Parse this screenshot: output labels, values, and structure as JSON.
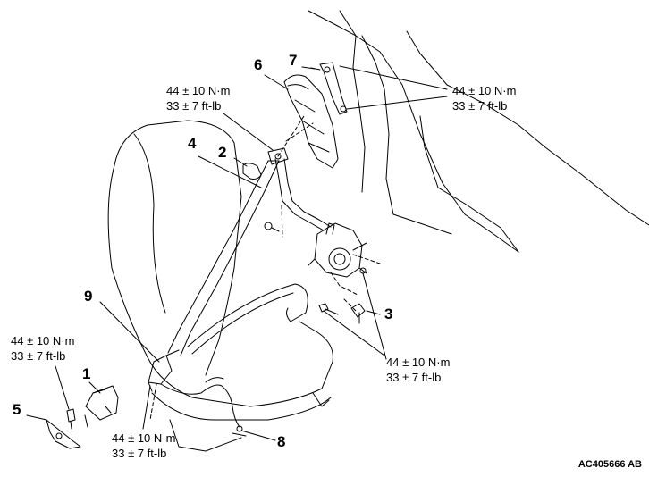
{
  "callouts": {
    "c1": "1",
    "c2": "2",
    "c3": "3",
    "c4": "4",
    "c5": "5",
    "c6": "6",
    "c7": "7",
    "c8": "8",
    "c9": "9"
  },
  "torques": {
    "t_left": {
      "nm": "44 ± 10 N·m",
      "ftlb": "33 ± 7 ft-lb"
    },
    "t_bottom": {
      "nm": "44 ± 10 N·m",
      "ftlb": "33 ± 7 ft-lb"
    },
    "t_top_left": {
      "nm": "44 ± 10 N·m",
      "ftlb": "33 ± 7 ft-lb"
    },
    "t_top_right": {
      "nm": "44 ± 10 N·m",
      "ftlb": "33 ± 7 ft-lb"
    },
    "t_mid_right": {
      "nm": "44 ± 10 N·m",
      "ftlb": "33 ± 7 ft-lb"
    }
  },
  "figure_ref": "AC405666 AB"
}
